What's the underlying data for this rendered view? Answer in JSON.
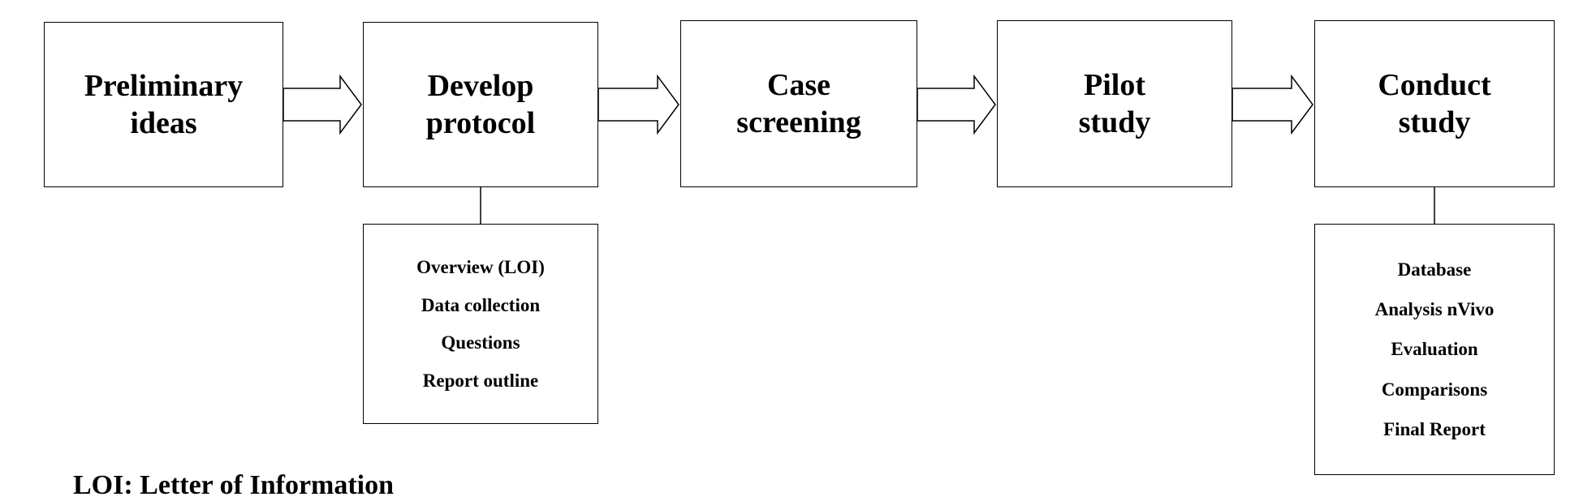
{
  "boxes": {
    "preliminary": {
      "line1": "Preliminary",
      "line2": "ideas"
    },
    "develop": {
      "line1": "Develop",
      "line2": "protocol"
    },
    "case": {
      "line1": "Case",
      "line2": "screening"
    },
    "pilot": {
      "line1": "Pilot",
      "line2": "study"
    },
    "conduct": {
      "line1": "Conduct",
      "line2": "study"
    }
  },
  "protocol_items": [
    "Overview (LOI)",
    "Data collection",
    "Questions",
    "Report outline"
  ],
  "study_items": [
    "Database",
    "Analysis nVivo",
    "Evaluation",
    "Comparisons",
    "Final Report"
  ],
  "footnote": "LOI: Letter of Information"
}
